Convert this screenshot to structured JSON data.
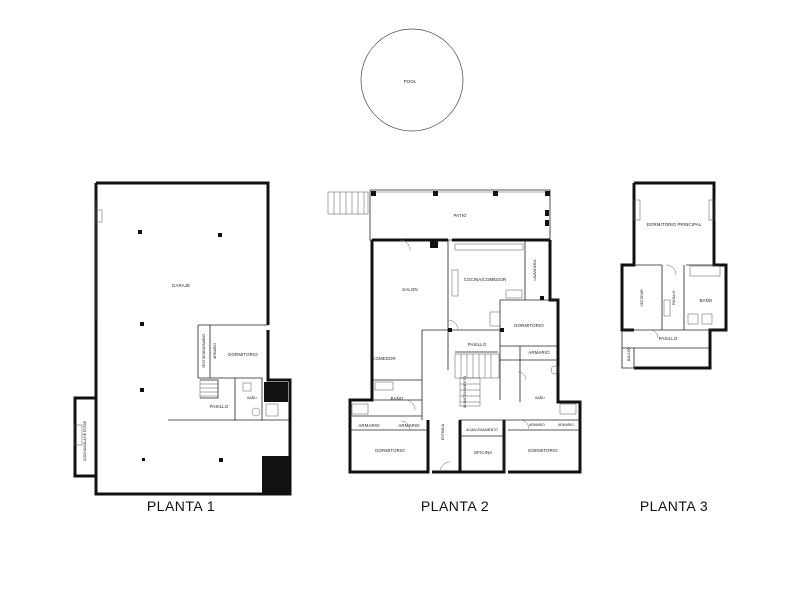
{
  "pool": {
    "label": "POOL"
  },
  "floors": [
    {
      "title": "PLANTA 1"
    },
    {
      "title": "PLANTA 2"
    },
    {
      "title": "PLANTA 3"
    }
  ],
  "rooms": {
    "p1": {
      "garage": "GARAJE",
      "kitchen_living": "COCINA/SALA DE ESTAR",
      "bedroom": "DORMITORIO",
      "wardrobe": "ARMARIO",
      "dressing": "VESTIDOR/ARMARIO",
      "hallway": "PASILLO",
      "bath": "BAÑO"
    },
    "p2": {
      "patio": "PATIO",
      "lounge": "SALON",
      "kitchen_dining": "COCINA/COMEDOR",
      "laundry": "LAVANDERIA",
      "dining": "COMEDOR",
      "hallway": "PASILLO",
      "bedroom_right": "DORMITORIO",
      "wardrobe_right": "ARMARIO",
      "bath_left": "BAÑO",
      "bath_right": "BAÑO",
      "wardrobe_left_a": "ARMARIO",
      "wardrobe_left_b": "ARMARIO",
      "bedroom_left": "DORMITORIO",
      "entrance": "ENTRADA",
      "office": "OFICINA",
      "office_storage": "ALMACENAMIENTO",
      "bedroom_bottom": "DORMITORIO",
      "wardrobe_bottom_a": "ARMARIO",
      "wardrobe_bottom_b": "ARMARIO",
      "storage": "ALMACENAMIENTO"
    },
    "p3": {
      "master_bedroom": "DORMITORIO PRINCIPAL",
      "dressing_room": "VESTIDOR",
      "hallway_small": "PASILLO",
      "bath": "BAÑO",
      "hallway": "PASILLO",
      "balcony": "BALCÓN"
    }
  }
}
